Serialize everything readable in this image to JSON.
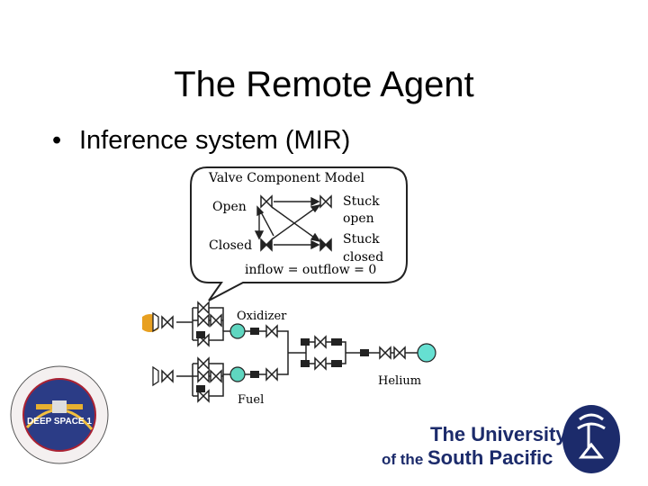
{
  "slide": {
    "title": "The Remote Agent",
    "bullet": "Inference system (MIR)"
  },
  "diagram": {
    "callout_title": "Valve Component Model",
    "state_open": "Open",
    "state_closed": "Closed",
    "state_stuck_open_line1": "Stuck",
    "state_stuck_open_line2": "open",
    "state_stuck_closed_line1": "Stuck",
    "state_stuck_closed_line2": "closed",
    "equation": "inflow = outflow = 0",
    "label_oxidizer": "Oxidizer",
    "label_fuel": "Fuel",
    "label_helium": "Helium"
  },
  "logos": {
    "deep_space_badge": "DEEP SPACE 1",
    "usp_line1": "The University",
    "usp_line2_prefix": "of the ",
    "usp_line2_main": "South Pacific"
  },
  "colors": {
    "tank": "#5fd6c0",
    "helium_tank": "#66e0d2",
    "thruster": "#e8a020",
    "usp_navy": "#1c2b6b"
  }
}
